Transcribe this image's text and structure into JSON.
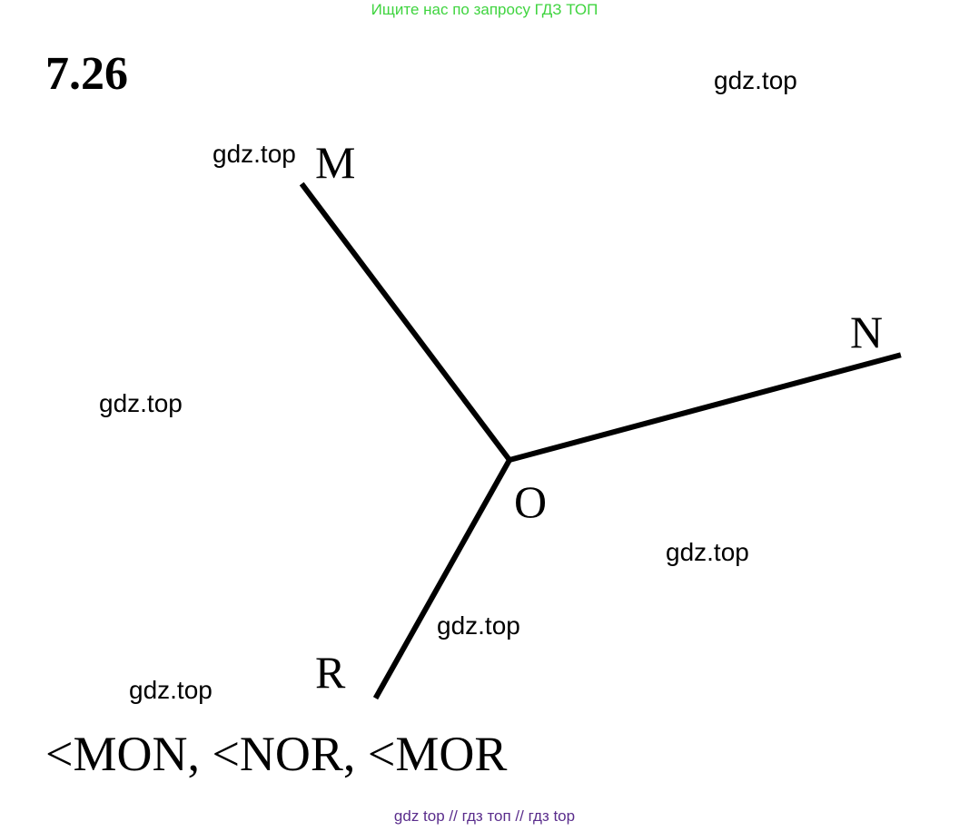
{
  "header_note": "Ищите нас по запросу ГДЗ ТОП",
  "problem_number": "7.26",
  "watermarks": [
    "gdz.top",
    "gdz.top",
    "gdz.top",
    "gdz.top",
    "gdz.top",
    "gdz.top"
  ],
  "points": {
    "M": "M",
    "N": "N",
    "O": "O",
    "R": "R"
  },
  "answer": "<MON, <NOR, <MOR",
  "footer_note": "gdz top  //  гдз топ  //  гдз top",
  "colors": {
    "header": "#3fd43f",
    "footer": "#5a2d8c",
    "lines": "#000000"
  }
}
